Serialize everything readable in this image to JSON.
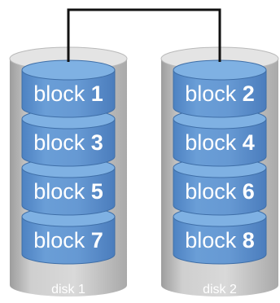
{
  "disks": [
    {
      "label": "disk 1",
      "blocks": [
        {
          "word": "block",
          "num": "1"
        },
        {
          "word": "block",
          "num": "3"
        },
        {
          "word": "block",
          "num": "5"
        },
        {
          "word": "block",
          "num": "7"
        }
      ]
    },
    {
      "label": "disk 2",
      "blocks": [
        {
          "word": "block",
          "num": "2"
        },
        {
          "word": "block",
          "num": "4"
        },
        {
          "word": "block",
          "num": "6"
        },
        {
          "word": "block",
          "num": "8"
        }
      ]
    }
  ],
  "colors": {
    "disk_body": "#c7c7c7",
    "disk_top": "#e1e1e1",
    "block_face": "#5d92cf",
    "block_top": "#7fb1e3",
    "block_edge": "#3f6fa8",
    "connector": "#111111",
    "text": "#ffffff"
  }
}
